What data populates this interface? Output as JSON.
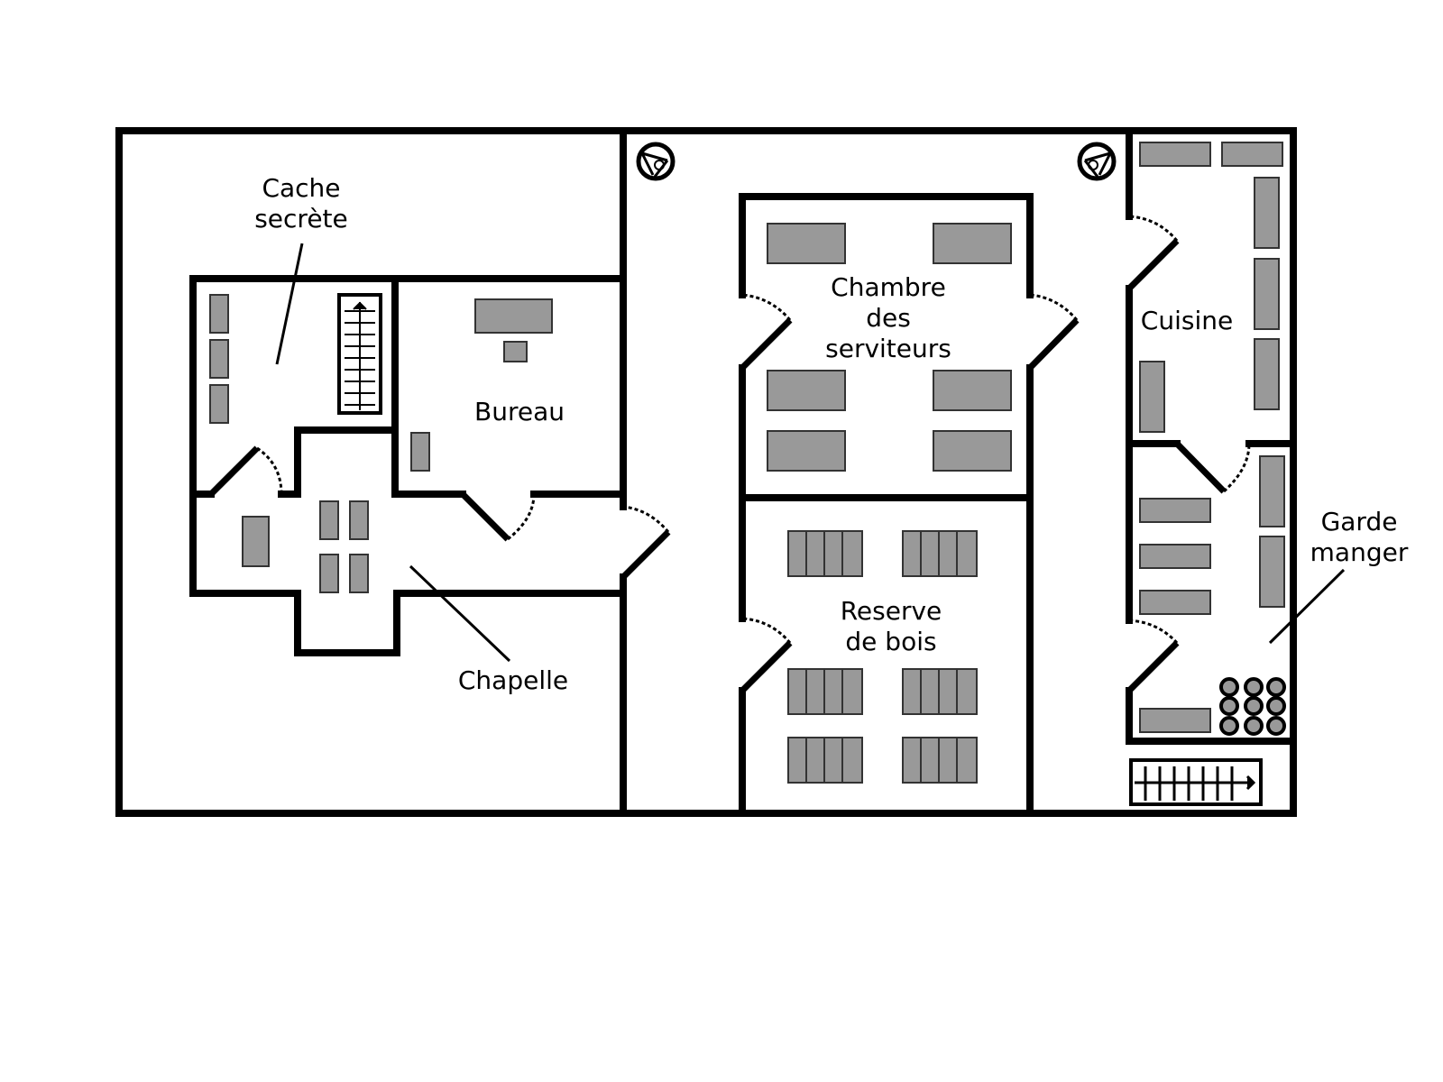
{
  "labels": {
    "cache": [
      "Cache",
      "secrète"
    ],
    "bureau": "Bureau",
    "chapelle": "Chapelle",
    "chambre": [
      "Chambre",
      "des",
      "serviteurs"
    ],
    "reserve": [
      "Reserve",
      "de bois"
    ],
    "cuisine": "Cuisine",
    "garde": [
      "Garde",
      "manger"
    ]
  },
  "colors": {
    "wall": "#000000",
    "furniture": "#999999"
  }
}
